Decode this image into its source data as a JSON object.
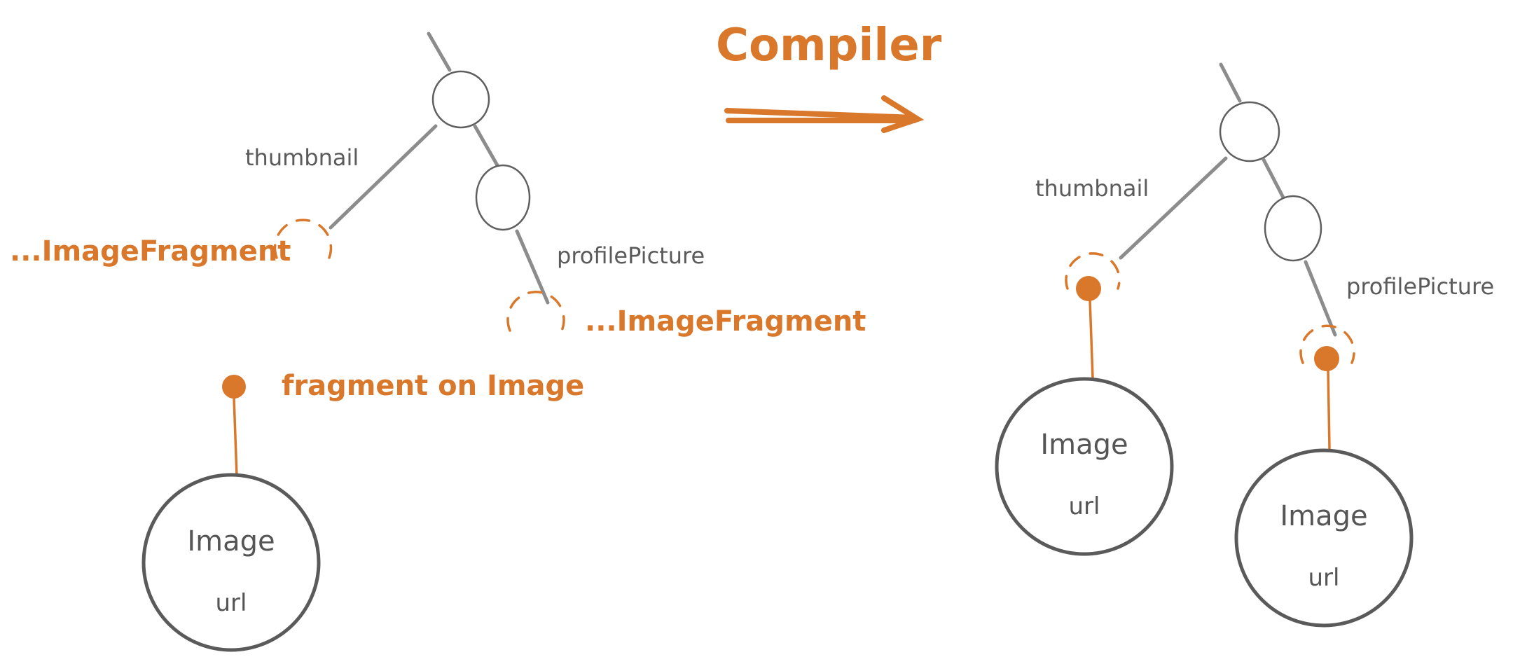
{
  "diagram": {
    "title": "Compiler",
    "left": {
      "edge_thumbnail": "thumbnail",
      "edge_profile": "profilePicture",
      "spread_left": "...ImageFragment",
      "spread_right": "...ImageFragment",
      "fragment_label": "fragment on Image",
      "type_name": "Image",
      "type_field": "url"
    },
    "right": {
      "edge_thumbnail": "thumbnail",
      "edge_profile": "profilePicture",
      "type1_name": "Image",
      "type1_field": "url",
      "type2_name": "Image",
      "type2_field": "url"
    },
    "colors": {
      "accent": "#d9772b",
      "stroke": "#5f5f5f",
      "edge": "#8c8c8c",
      "text": "#5b5b5b"
    }
  }
}
